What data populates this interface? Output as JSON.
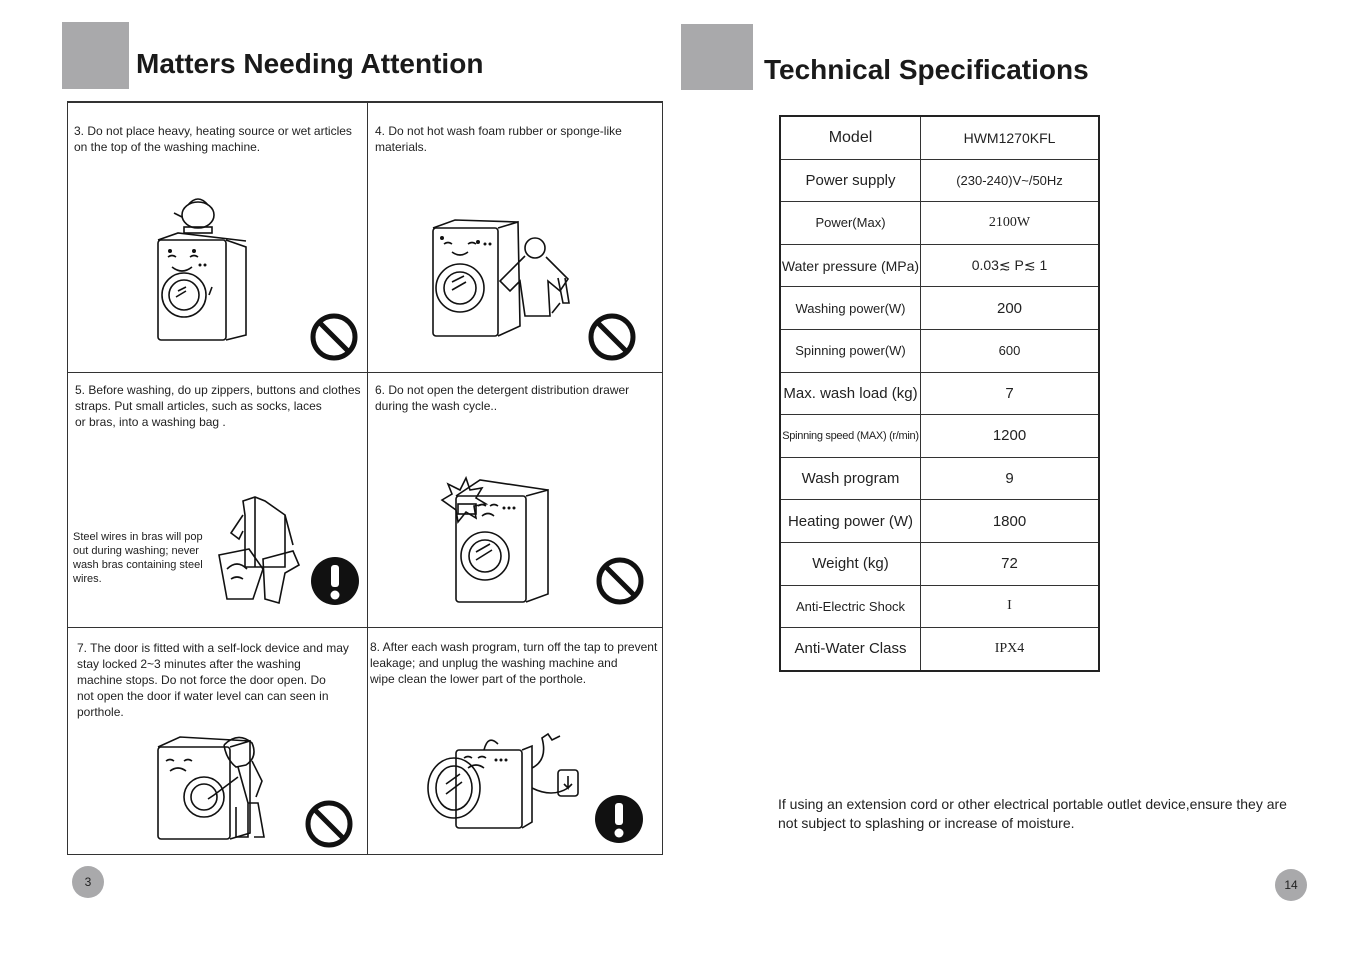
{
  "left_page": {
    "title": "Matters Needing Attention",
    "page_number": "3",
    "cells": [
      {
        "text": "3. Do not place heavy, heating source or wet articles\n    on the top of the washing machine.",
        "sign": "prohibited-sign"
      },
      {
        "text": "4. Do not hot wash foam rubber or sponge-like\n    materials.",
        "sign": "prohibited-sign"
      },
      {
        "text": "5. Before washing, do up zippers, buttons and clothes\n    straps.  Put  small articles, such as socks, laces\n    or bras, into a washing bag .",
        "note": "Steel wires in bras will pop\nout during washing; never\nwash bras containing steel\nwires.",
        "sign": "warning-sign"
      },
      {
        "text": "6. Do not open the detergent distribution drawer\n    during the wash cycle..",
        "sign": "prohibited-sign"
      },
      {
        "text": "7. The door is fitted with a self-lock  device and may\n    stay locked  2~3  minutes  after  the  washing\n    machine  stops. Do not force the door open. Do\n    not open the  door if water level  can  can seen in\n    porthole.",
        "sign": "prohibited-sign"
      },
      {
        "text": "8. After each wash program, turn off the tap to prevent\n    leakage; and unplug the washing machine and\n    wipe clean the lower part of  the porthole.",
        "sign": "warning-sign"
      }
    ]
  },
  "right_page": {
    "title": "Technical Specifications",
    "page_number": "14",
    "specs": [
      {
        "label": "Model",
        "value": "HWM1270KFL"
      },
      {
        "label": "Power supply",
        "value": "(230-240)V~/50Hz"
      },
      {
        "label": "Power(Max)",
        "value": "2100W"
      },
      {
        "label": "Water pressure (MPa)",
        "value": "0.03≲ P≲ 1"
      },
      {
        "label": "Washing power(W)",
        "value": "200"
      },
      {
        "label": "Spinning power(W)",
        "value": "600"
      },
      {
        "label": "Max. wash load (kg)",
        "value": "7"
      },
      {
        "label": "Spinning speed (MAX) (r/min)",
        "value": "1200"
      },
      {
        "label": "Wash program",
        "value": "9"
      },
      {
        "label": "Heating power (W)",
        "value": "1800"
      },
      {
        "label": "Weight (kg)",
        "value": "72"
      },
      {
        "label": "Anti-Electric Shock",
        "value": "I"
      },
      {
        "label": "Anti-Water Class",
        "value": "IPX4"
      }
    ],
    "footnote": "If using an extension cord or other electrical portable outlet device,ensure they are not subject to splashing or increase of moisture."
  },
  "colors": {
    "block_gray": "#a9a9ab",
    "ink": "#1a1a1a"
  }
}
